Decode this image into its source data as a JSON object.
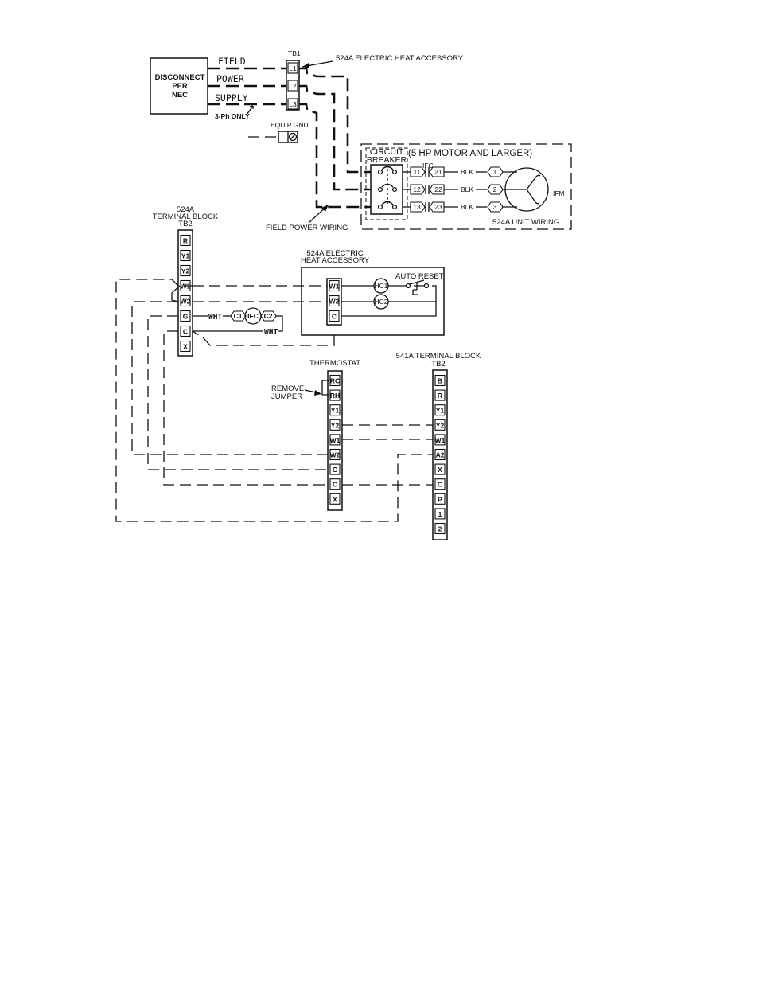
{
  "power": {
    "disconnect": [
      "DISCONNECT",
      "PER",
      "NEC"
    ],
    "field": "FIELD",
    "power": "POWER",
    "supply": "SUPPLY",
    "phase_note": "3-Ph ONLY",
    "tb1": "TB1",
    "tb1_terminals": [
      "L1",
      "L2",
      "L3"
    ],
    "heat_accessory_label": "524A ELECTRIC HEAT ACCESSORY",
    "equip_gnd": "EQUIP GND",
    "field_power_wiring": "FIELD POWER WIRING"
  },
  "unit": {
    "breaker_label": [
      "CIRCUIT",
      "BREAKER"
    ],
    "motor_note": "(5 HP MOTOR AND LARGER)",
    "ifc": "IFC",
    "contacts_left": [
      "11",
      "12",
      "13"
    ],
    "contacts_right": [
      "21",
      "22",
      "23"
    ],
    "wire_color": "BLK",
    "motor_leads": [
      "1",
      "2",
      "3"
    ],
    "motor": "IFM",
    "unit_wiring": "524A UNIT WIRING"
  },
  "tb2_524a": {
    "title": [
      "524A",
      "TERMINAL BLOCK",
      "TB2"
    ],
    "terminals": [
      "R",
      "Y1",
      "Y2",
      "W1",
      "W2",
      "G",
      "C",
      "X"
    ]
  },
  "heater": {
    "title": [
      "524A ELECTRIC",
      "HEAT ACCESSORY"
    ],
    "terminals": [
      "W1",
      "W2",
      "C"
    ],
    "relays": [
      "HC1",
      "HC2"
    ],
    "auto_reset": "AUTO RESET"
  },
  "ifc_relay": {
    "c1": "C1",
    "coil": "IFC",
    "c2": "C2",
    "wire": "WHT"
  },
  "thermostat": {
    "title": "THERMOSTAT",
    "remove_jumper": [
      "REMOVE",
      "JUMPER"
    ],
    "terminals": [
      "RC",
      "RH",
      "Y1",
      "Y2",
      "W1",
      "W2",
      "G",
      "C",
      "X"
    ]
  },
  "tb2_541a": {
    "title": [
      "541A TERMINAL BLOCK",
      "TB2"
    ],
    "terminals": [
      "B",
      "R",
      "Y1",
      "Y2",
      "W1",
      "A2",
      "X",
      "C",
      "P",
      "1",
      "2"
    ]
  }
}
